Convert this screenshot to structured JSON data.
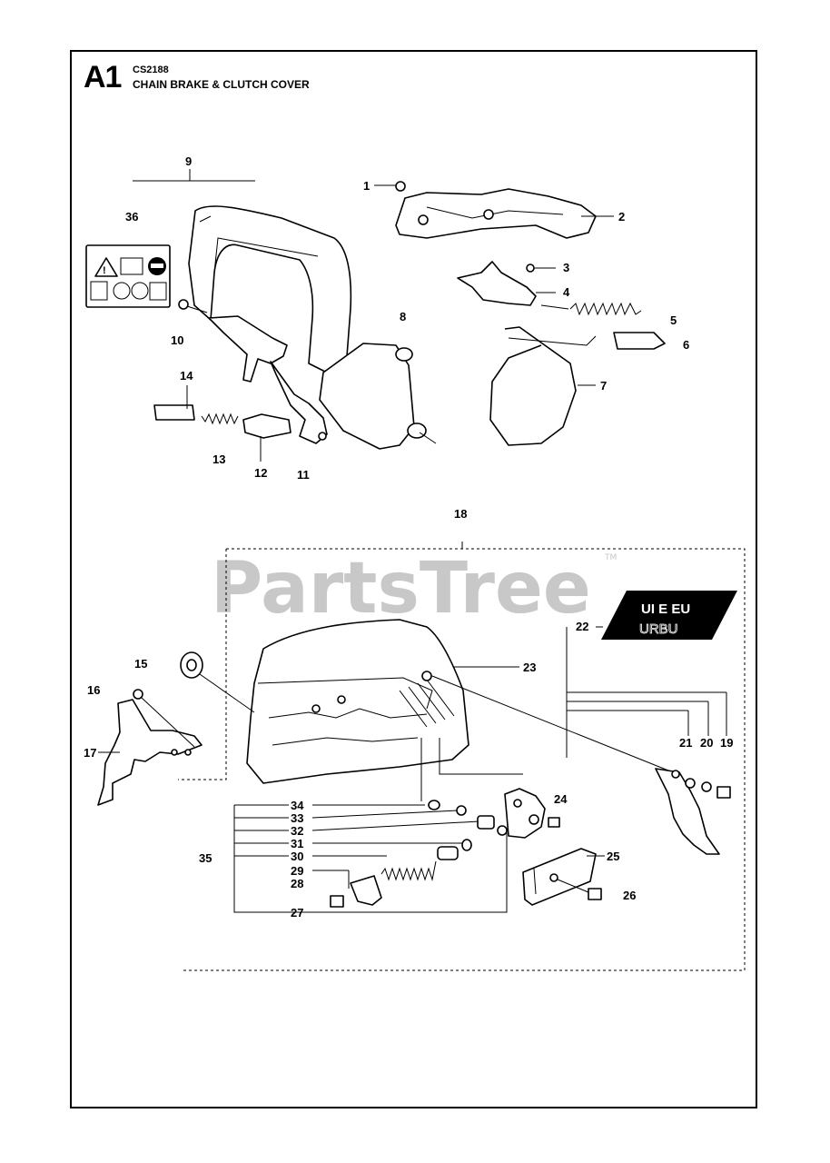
{
  "header": {
    "section_id": "A1",
    "model": "CS2188",
    "title": "CHAIN BRAKE & CLUTCH COVER"
  },
  "watermark": {
    "text": "PartsTree",
    "trademark": "TM",
    "color": "#c8c8c8"
  },
  "decal": {
    "text_top": "UI E EU",
    "text_bottom": "URBU"
  },
  "callouts": {
    "c1": "1",
    "c2": "2",
    "c3": "3",
    "c4": "4",
    "c5": "5",
    "c6": "6",
    "c7": "7",
    "c8": "8",
    "c9": "9",
    "c10": "10",
    "c11": "11",
    "c12": "12",
    "c13": "13",
    "c14": "14",
    "c15": "15",
    "c16": "16",
    "c17": "17",
    "c18": "18",
    "c19": "19",
    "c20": "20",
    "c21": "21",
    "c22": "22",
    "c23": "23",
    "c24": "24",
    "c25": "25",
    "c26": "26",
    "c27": "27",
    "c28": "28",
    "c29": "29",
    "c30": "30",
    "c31": "31",
    "c32": "32",
    "c33": "33",
    "c34": "34",
    "c35": "35",
    "c36": "36"
  },
  "icons": {
    "warning_label": "warning-label-icon",
    "chain_brake_assembly": "chain-brake-assembly-icon",
    "clutch_cover": "clutch-cover-icon",
    "brake_band": "brake-band-icon"
  }
}
